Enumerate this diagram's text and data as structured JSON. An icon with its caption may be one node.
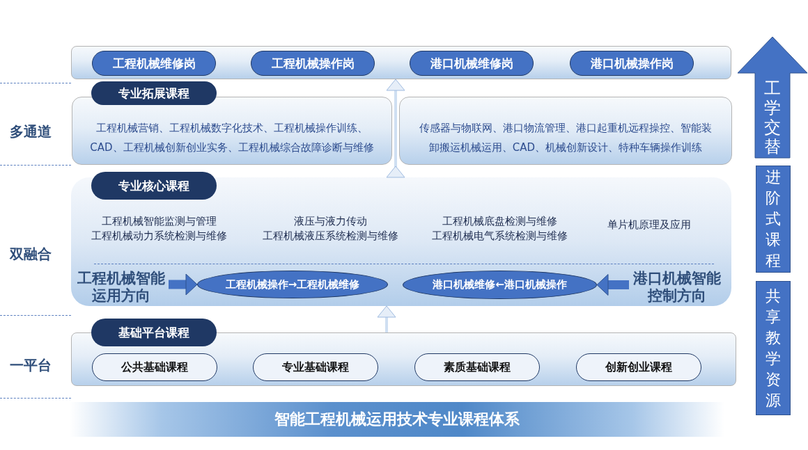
{
  "diagram": {
    "nodes": [
      {
        "text": [],
        "shape": "box"
      },
      {
        "text": [
          "工程机械维修岗"
        ],
        "in": 0
      },
      {
        "text": [
          "工程机械操作岗"
        ],
        "in": 0
      },
      {
        "text": [
          "港口机械维修岗"
        ],
        "in": 0
      },
      {
        "text": [
          "港口机械操作岗"
        ],
        "in": 0
      },
      {
        "text": [
          "专业拓展课程"
        ]
      },
      {
        "text": [
          "工程机械营销、工程机械数字化技术、工程机械操作训练、CAD、工程机械创新创业实务、工程机械综合故障诊断与维修"
        ]
      },
      {
        "text": [
          "传感器与物联网、港口物流管理、港口起重机远程操控、智能装卸搬运机械运用、CAD、机械创新设计、特种车辆操作训练"
        ]
      },
      {
        "text": [
          "专业核心课程"
        ]
      },
      {
        "text": [
          "工程机械智能监测与管理",
          "工程机械动力系统检测与维修",
          "液压与液力传动",
          "工程机械液压系统检测与维修",
          "工程机械底盘检测与维修",
          "工程机械电气系统检测与维修",
          "单片机原理及应用"
        ]
      },
      {
        "text": [
          "工程机械智能运用方向"
        ],
        "in": 9
      },
      {
        "text": [
          "工程机械操作→工程机械维修"
        ],
        "in": 9
      },
      {
        "text": [
          "港口机械维修←港口机械操作"
        ],
        "in": 9
      },
      {
        "text": [
          "港口机械智能控制方向"
        ],
        "in": 9
      },
      {
        "text": [
          "基础平台课程"
        ]
      },
      {
        "text": [],
        "shape": "box"
      },
      {
        "text": [
          "公共基础课程"
        ],
        "in": 15
      },
      {
        "text": [
          "专业基础课程"
        ],
        "in": 15
      },
      {
        "text": [
          "素质基础课程"
        ],
        "in": 15
      },
      {
        "text": [
          "创新创业课程"
        ],
        "in": 15
      },
      {
        "text": [
          "智能工程机械运用技术专业课程体系"
        ]
      },
      {
        "text": [
          "工学交替"
        ]
      },
      {
        "text": [
          "进阶式课程"
        ]
      },
      {
        "text": [
          "共享教学资源"
        ]
      }
    ],
    "edges": [
      {
        "from": 10,
        "to": 11,
        "arrow": "to",
        "style": "thick",
        "color": "#4472c4"
      },
      {
        "from": 13,
        "to": 12,
        "arrow": "to",
        "style": "thick",
        "color": "#4472c4"
      },
      {
        "from": 15,
        "to": 9,
        "arrow": "to",
        "color": "#cfdff2"
      },
      {
        "from": 9,
        "to": 0,
        "arrow": "to",
        "color": "#cfdff2"
      }
    ],
    "labels": [
      "多通道",
      "双融合",
      "一平台"
    ]
  }
}
